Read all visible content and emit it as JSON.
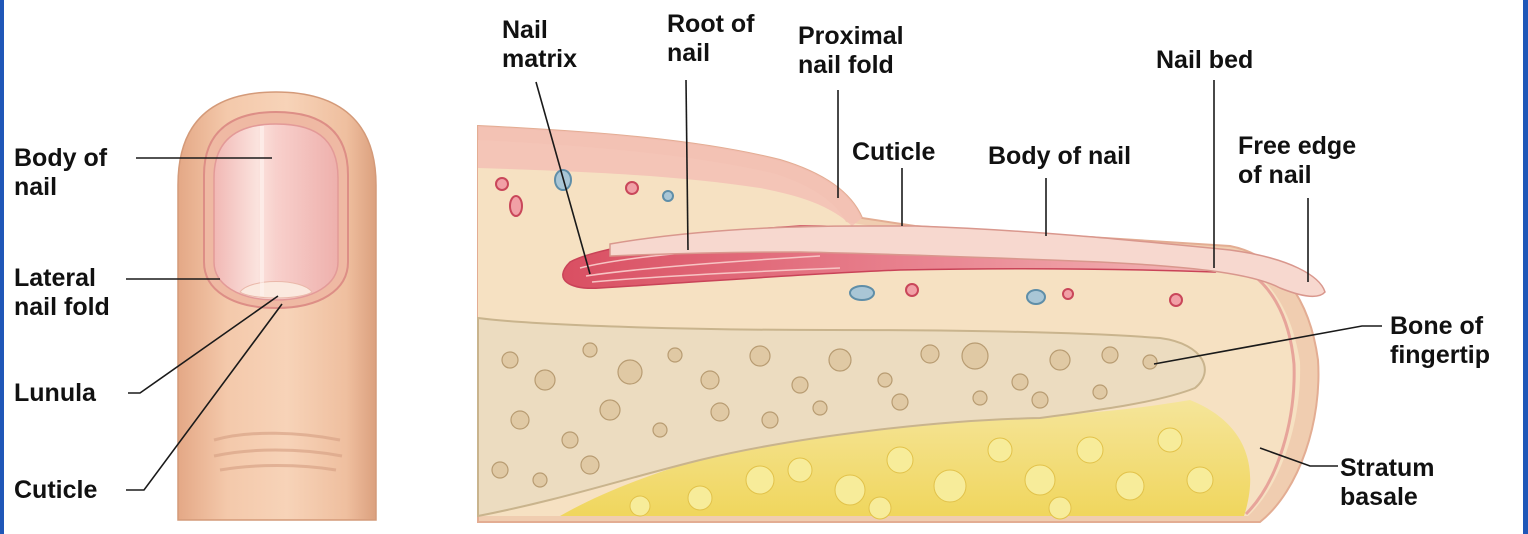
{
  "labels": {
    "finger": {
      "body_of_nail": "Body of\nnail",
      "lateral_nail_fold": "Lateral\nnail fold",
      "lunula": "Lunula",
      "cuticle": "Cuticle"
    },
    "section": {
      "nail_matrix": "Nail\nmatrix",
      "root_of_nail": "Root of\nnail",
      "proximal_nail_fold": "Proximal\nnail fold",
      "cuticle": "Cuticle",
      "body_of_nail": "Body of nail",
      "nail_bed": "Nail bed",
      "free_edge_of_nail": "Free edge\nof nail",
      "bone_of_fingertip": "Bone of\nfingertip",
      "stratum_basale": "Stratum\nbasale"
    }
  },
  "colors": {
    "frame": "#1f57b8",
    "skin": "#f2c7a8",
    "nail": "#f6ccca",
    "nail_root": "#e06b78",
    "dermis": "#f6e1c2",
    "bone": "#ecdcc0",
    "fat": "#f3e07a",
    "leader": "#1a1a1a"
  }
}
